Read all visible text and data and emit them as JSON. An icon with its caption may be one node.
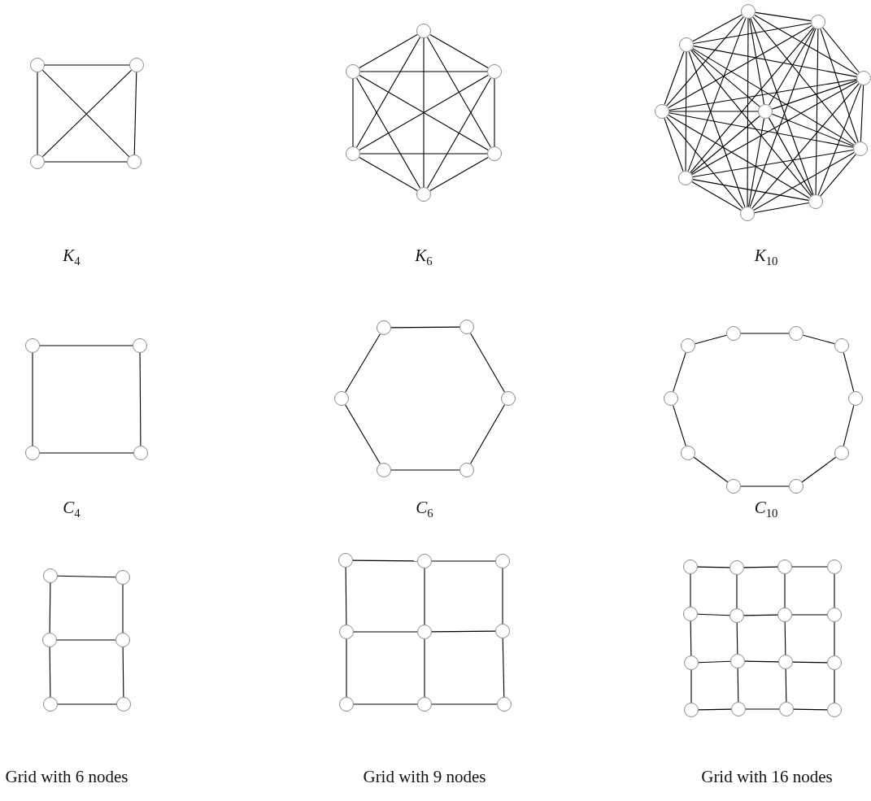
{
  "diagram": {
    "nodes": [
      {
        "text": [],
        "shape": "circle"
      },
      {
        "text": [],
        "shape": "circle"
      },
      {
        "text": [],
        "shape": "circle"
      },
      {
        "text": [],
        "shape": "circle"
      },
      {
        "text": [],
        "shape": "circle"
      },
      {
        "text": [],
        "shape": "circle"
      },
      {
        "text": [],
        "shape": "circle"
      },
      {
        "text": [],
        "shape": "circle"
      },
      {
        "text": [],
        "shape": "circle"
      },
      {
        "text": [],
        "shape": "circle"
      },
      {
        "text": [],
        "shape": "circle"
      },
      {
        "text": [],
        "shape": "circle"
      },
      {
        "text": [],
        "shape": "circle"
      },
      {
        "text": [],
        "shape": "circle"
      },
      {
        "text": [],
        "shape": "circle"
      },
      {
        "text": [],
        "shape": "circle"
      },
      {
        "text": [],
        "shape": "circle"
      },
      {
        "text": [],
        "shape": "circle"
      },
      {
        "text": [],
        "shape": "circle"
      },
      {
        "text": [],
        "shape": "circle"
      },
      {
        "text": [],
        "shape": "circle"
      },
      {
        "text": [],
        "shape": "circle"
      },
      {
        "text": [],
        "shape": "circle"
      },
      {
        "text": [],
        "shape": "circle"
      },
      {
        "text": [],
        "shape": "circle"
      },
      {
        "text": [],
        "shape": "circle"
      },
      {
        "text": [],
        "shape": "circle"
      },
      {
        "text": [],
        "shape": "circle"
      },
      {
        "text": [],
        "shape": "circle"
      },
      {
        "text": [],
        "shape": "circle"
      },
      {
        "text": [],
        "shape": "circle"
      },
      {
        "text": [],
        "shape": "circle"
      },
      {
        "text": [],
        "shape": "circle"
      },
      {
        "text": [],
        "shape": "circle"
      },
      {
        "text": [],
        "shape": "circle"
      },
      {
        "text": [],
        "shape": "circle"
      },
      {
        "text": [],
        "shape": "circle"
      },
      {
        "text": [],
        "shape": "circle"
      },
      {
        "text": [],
        "shape": "circle"
      },
      {
        "text": [],
        "shape": "circle"
      },
      {
        "text": [],
        "shape": "circle"
      },
      {
        "text": [],
        "shape": "circle"
      },
      {
        "text": [],
        "shape": "circle"
      },
      {
        "text": [],
        "shape": "circle"
      },
      {
        "text": [],
        "shape": "circle"
      },
      {
        "text": [],
        "shape": "circle"
      },
      {
        "text": [],
        "shape": "circle"
      },
      {
        "text": [],
        "shape": "circle"
      },
      {
        "text": [],
        "shape": "circle"
      },
      {
        "text": [],
        "shape": "circle"
      },
      {
        "text": [],
        "shape": "circle"
      },
      {
        "text": [],
        "shape": "circle"
      },
      {
        "text": [],
        "shape": "circle"
      },
      {
        "text": [],
        "shape": "circle"
      },
      {
        "text": [],
        "shape": "circle"
      },
      {
        "text": [],
        "shape": "circle"
      },
      {
        "text": [],
        "shape": "circle"
      },
      {
        "text": [],
        "shape": "circle"
      },
      {
        "text": [],
        "shape": "circle"
      },
      {
        "text": [],
        "shape": "circle"
      },
      {
        "text": [],
        "shape": "circle"
      },
      {
        "text": [],
        "shape": "circle"
      },
      {
        "text": [],
        "shape": "circle"
      },
      {
        "text": [],
        "shape": "circle"
      },
      {
        "text": [],
        "shape": "circle"
      },
      {
        "text": [],
        "shape": "circle"
      },
      {
        "text": [],
        "shape": "circle"
      },
      {
        "text": [],
        "shape": "circle"
      },
      {
        "text": [],
        "shape": "circle"
      },
      {
        "text": [],
        "shape": "circle"
      },
      {
        "text": [],
        "shape": "circle"
      }
    ],
    "edges": [
      {
        "from": 0,
        "to": 1,
        "arrow": "none"
      },
      {
        "from": 0,
        "to": 2,
        "arrow": "none"
      },
      {
        "from": 0,
        "to": 3,
        "arrow": "none"
      },
      {
        "from": 1,
        "to": 2,
        "arrow": "none"
      },
      {
        "from": 1,
        "to": 3,
        "arrow": "none"
      },
      {
        "from": 2,
        "to": 3,
        "arrow": "none"
      },
      {
        "from": 4,
        "to": 5,
        "arrow": "none"
      },
      {
        "from": 4,
        "to": 6,
        "arrow": "none"
      },
      {
        "from": 4,
        "to": 7,
        "arrow": "none"
      },
      {
        "from": 4,
        "to": 8,
        "arrow": "none"
      },
      {
        "from": 4,
        "to": 9,
        "arrow": "none"
      },
      {
        "from": 5,
        "to": 6,
        "arrow": "none"
      },
      {
        "from": 5,
        "to": 7,
        "arrow": "none"
      },
      {
        "from": 5,
        "to": 8,
        "arrow": "none"
      },
      {
        "from": 5,
        "to": 9,
        "arrow": "none"
      },
      {
        "from": 6,
        "to": 7,
        "arrow": "none"
      },
      {
        "from": 6,
        "to": 8,
        "arrow": "none"
      },
      {
        "from": 6,
        "to": 9,
        "arrow": "none"
      },
      {
        "from": 7,
        "to": 8,
        "arrow": "none"
      },
      {
        "from": 7,
        "to": 9,
        "arrow": "none"
      },
      {
        "from": 8,
        "to": 9,
        "arrow": "none"
      },
      {
        "from": 10,
        "to": 11,
        "arrow": "none"
      },
      {
        "from": 10,
        "to": 12,
        "arrow": "none"
      },
      {
        "from": 10,
        "to": 13,
        "arrow": "none"
      },
      {
        "from": 10,
        "to": 14,
        "arrow": "none"
      },
      {
        "from": 10,
        "to": 15,
        "arrow": "none"
      },
      {
        "from": 10,
        "to": 16,
        "arrow": "none"
      },
      {
        "from": 10,
        "to": 17,
        "arrow": "none"
      },
      {
        "from": 10,
        "to": 18,
        "arrow": "none"
      },
      {
        "from": 10,
        "to": 19,
        "arrow": "none"
      },
      {
        "from": 11,
        "to": 12,
        "arrow": "none"
      },
      {
        "from": 11,
        "to": 13,
        "arrow": "none"
      },
      {
        "from": 11,
        "to": 14,
        "arrow": "none"
      },
      {
        "from": 11,
        "to": 15,
        "arrow": "none"
      },
      {
        "from": 11,
        "to": 16,
        "arrow": "none"
      },
      {
        "from": 11,
        "to": 17,
        "arrow": "none"
      },
      {
        "from": 11,
        "to": 18,
        "arrow": "none"
      },
      {
        "from": 11,
        "to": 19,
        "arrow": "none"
      },
      {
        "from": 12,
        "to": 13,
        "arrow": "none"
      },
      {
        "from": 12,
        "to": 14,
        "arrow": "none"
      },
      {
        "from": 12,
        "to": 15,
        "arrow": "none"
      },
      {
        "from": 12,
        "to": 16,
        "arrow": "none"
      },
      {
        "from": 12,
        "to": 17,
        "arrow": "none"
      },
      {
        "from": 12,
        "to": 18,
        "arrow": "none"
      },
      {
        "from": 12,
        "to": 19,
        "arrow": "none"
      },
      {
        "from": 13,
        "to": 14,
        "arrow": "none"
      },
      {
        "from": 13,
        "to": 15,
        "arrow": "none"
      },
      {
        "from": 13,
        "to": 16,
        "arrow": "none"
      },
      {
        "from": 13,
        "to": 17,
        "arrow": "none"
      },
      {
        "from": 13,
        "to": 18,
        "arrow": "none"
      },
      {
        "from": 13,
        "to": 19,
        "arrow": "none"
      },
      {
        "from": 14,
        "to": 15,
        "arrow": "none"
      },
      {
        "from": 14,
        "to": 16,
        "arrow": "none"
      },
      {
        "from": 14,
        "to": 17,
        "arrow": "none"
      },
      {
        "from": 14,
        "to": 18,
        "arrow": "none"
      },
      {
        "from": 14,
        "to": 19,
        "arrow": "none"
      },
      {
        "from": 15,
        "to": 16,
        "arrow": "none"
      },
      {
        "from": 15,
        "to": 17,
        "arrow": "none"
      },
      {
        "from": 15,
        "to": 18,
        "arrow": "none"
      },
      {
        "from": 15,
        "to": 19,
        "arrow": "none"
      },
      {
        "from": 16,
        "to": 17,
        "arrow": "none"
      },
      {
        "from": 16,
        "to": 18,
        "arrow": "none"
      },
      {
        "from": 16,
        "to": 19,
        "arrow": "none"
      },
      {
        "from": 17,
        "to": 18,
        "arrow": "none"
      },
      {
        "from": 17,
        "to": 19,
        "arrow": "none"
      },
      {
        "from": 18,
        "to": 19,
        "arrow": "none"
      },
      {
        "from": 20,
        "to": 21,
        "arrow": "none"
      },
      {
        "from": 21,
        "to": 23,
        "arrow": "none"
      },
      {
        "from": 23,
        "to": 22,
        "arrow": "none"
      },
      {
        "from": 22,
        "to": 20,
        "arrow": "none"
      },
      {
        "from": 24,
        "to": 25,
        "arrow": "none"
      },
      {
        "from": 25,
        "to": 26,
        "arrow": "none"
      },
      {
        "from": 26,
        "to": 27,
        "arrow": "none"
      },
      {
        "from": 27,
        "to": 28,
        "arrow": "none"
      },
      {
        "from": 28,
        "to": 29,
        "arrow": "none"
      },
      {
        "from": 29,
        "to": 24,
        "arrow": "none"
      },
      {
        "from": 30,
        "to": 31,
        "arrow": "none"
      },
      {
        "from": 31,
        "to": 32,
        "arrow": "none"
      },
      {
        "from": 32,
        "to": 33,
        "arrow": "none"
      },
      {
        "from": 33,
        "to": 34,
        "arrow": "none"
      },
      {
        "from": 34,
        "to": 35,
        "arrow": "none"
      },
      {
        "from": 35,
        "to": 36,
        "arrow": "none"
      },
      {
        "from": 36,
        "to": 37,
        "arrow": "none"
      },
      {
        "from": 37,
        "to": 38,
        "arrow": "none"
      },
      {
        "from": 38,
        "to": 39,
        "arrow": "none"
      },
      {
        "from": 39,
        "to": 30,
        "arrow": "none"
      },
      {
        "from": 40,
        "to": 41,
        "arrow": "none"
      },
      {
        "from": 42,
        "to": 43,
        "arrow": "none"
      },
      {
        "from": 44,
        "to": 45,
        "arrow": "none"
      },
      {
        "from": 40,
        "to": 42,
        "arrow": "none"
      },
      {
        "from": 42,
        "to": 44,
        "arrow": "none"
      },
      {
        "from": 41,
        "to": 43,
        "arrow": "none"
      },
      {
        "from": 43,
        "to": 45,
        "arrow": "none"
      },
      {
        "from": 46,
        "to": 47,
        "arrow": "none"
      },
      {
        "from": 47,
        "to": 48,
        "arrow": "none"
      },
      {
        "from": 49,
        "to": 50,
        "arrow": "none"
      },
      {
        "from": 50,
        "to": 51,
        "arrow": "none"
      },
      {
        "from": 52,
        "to": 53,
        "arrow": "none"
      },
      {
        "from": 53,
        "to": 54,
        "arrow": "none"
      },
      {
        "from": 46,
        "to": 49,
        "arrow": "none"
      },
      {
        "from": 49,
        "to": 52,
        "arrow": "none"
      },
      {
        "from": 47,
        "to": 50,
        "arrow": "none"
      },
      {
        "from": 50,
        "to": 53,
        "arrow": "none"
      },
      {
        "from": 48,
        "to": 51,
        "arrow": "none"
      },
      {
        "from": 51,
        "to": 54,
        "arrow": "none"
      },
      {
        "from": 55,
        "to": 56,
        "arrow": "none"
      },
      {
        "from": 56,
        "to": 57,
        "arrow": "none"
      },
      {
        "from": 57,
        "to": 58,
        "arrow": "none"
      },
      {
        "from": 59,
        "to": 60,
        "arrow": "none"
      },
      {
        "from": 60,
        "to": 61,
        "arrow": "none"
      },
      {
        "from": 61,
        "to": 62,
        "arrow": "none"
      },
      {
        "from": 63,
        "to": 64,
        "arrow": "none"
      },
      {
        "from": 64,
        "to": 65,
        "arrow": "none"
      },
      {
        "from": 65,
        "to": 66,
        "arrow": "none"
      },
      {
        "from": 67,
        "to": 68,
        "arrow": "none"
      },
      {
        "from": 68,
        "to": 69,
        "arrow": "none"
      },
      {
        "from": 69,
        "to": 70,
        "arrow": "none"
      },
      {
        "from": 55,
        "to": 59,
        "arrow": "none"
      },
      {
        "from": 59,
        "to": 63,
        "arrow": "none"
      },
      {
        "from": 63,
        "to": 67,
        "arrow": "none"
      },
      {
        "from": 56,
        "to": 60,
        "arrow": "none"
      },
      {
        "from": 60,
        "to": 64,
        "arrow": "none"
      },
      {
        "from": 64,
        "to": 68,
        "arrow": "none"
      },
      {
        "from": 57,
        "to": 61,
        "arrow": "none"
      },
      {
        "from": 61,
        "to": 65,
        "arrow": "none"
      },
      {
        "from": 65,
        "to": 69,
        "arrow": "none"
      },
      {
        "from": 58,
        "to": 62,
        "arrow": "none"
      },
      {
        "from": 62,
        "to": 66,
        "arrow": "none"
      },
      {
        "from": 66,
        "to": 70,
        "arrow": "none"
      }
    ],
    "labels": [
      "*K*$_{4}$",
      "*K*$_{6}$",
      "*K*$_{10}$",
      "*C*$_{4}$",
      "*C*$_{6}$",
      "*C*$_{10}$",
      "Grid with 6 nodes",
      "Grid with 9 nodes",
      "Grid with 16 nodes"
    ]
  }
}
